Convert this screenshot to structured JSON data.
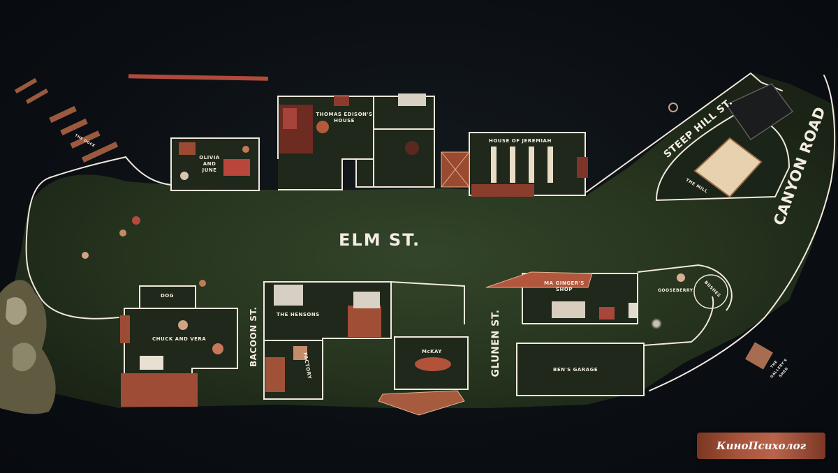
{
  "map": {
    "streets": {
      "elm": "ELM ST.",
      "bacoon": "BACOON ST.",
      "glunen": "GLUNEN ST.",
      "steep_hill": "STEEP HILL ST.",
      "canyon_road": "CANYON ROAD"
    },
    "buildings": {
      "olivia_june": "OLIVIA AND JUNE",
      "thomas_edison": "THOMAS EDISON'S HOUSE",
      "jeremiah": "HOUSE OF JEREMIAH",
      "the_mill": "THE MILL",
      "dog": "DOG",
      "chuck_vera": "CHUCK AND VERA",
      "hensons": "THE HENSONS",
      "mckay": "McKAY",
      "factory": "FACTORY",
      "ma_ginger": "MA GINGER'S SHOP",
      "bens_garage": "BEN'S GARAGE",
      "gooseberry": "GOOSEBERRY",
      "bushes": "BUSHES",
      "dock": "THE DOCK",
      "gallery": "THE GALLERY'S SHED"
    }
  },
  "watermark": {
    "text": "КиноПсихолог"
  },
  "colors": {
    "ground": "#2b3a22",
    "outline": "#f1e9dc",
    "prop": "#b45a3c",
    "watermark": "#a4523a"
  }
}
